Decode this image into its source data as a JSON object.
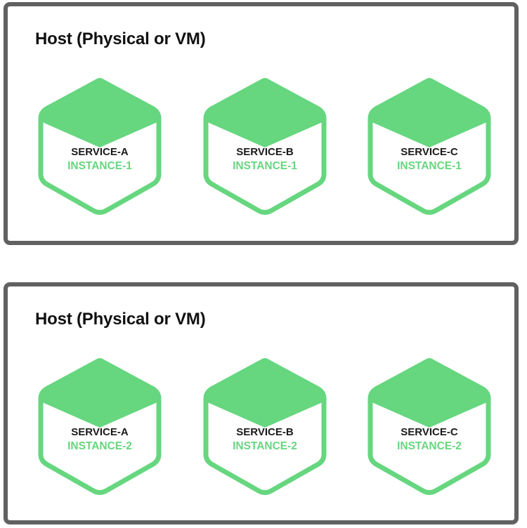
{
  "colors": {
    "border": "#616161",
    "accent": "#66d67f",
    "text": "#1a1a1a"
  },
  "hosts": [
    {
      "title": "Host (Physical or VM)",
      "services": [
        {
          "service": "SERVICE-A",
          "instance": "INSTANCE-1"
        },
        {
          "service": "SERVICE-B",
          "instance": "INSTANCE-1"
        },
        {
          "service": "SERVICE-C",
          "instance": "INSTANCE-1"
        }
      ]
    },
    {
      "title": "Host (Physical or VM)",
      "services": [
        {
          "service": "SERVICE-A",
          "instance": "INSTANCE-2"
        },
        {
          "service": "SERVICE-B",
          "instance": "INSTANCE-2"
        },
        {
          "service": "SERVICE-C",
          "instance": "INSTANCE-2"
        }
      ]
    }
  ]
}
